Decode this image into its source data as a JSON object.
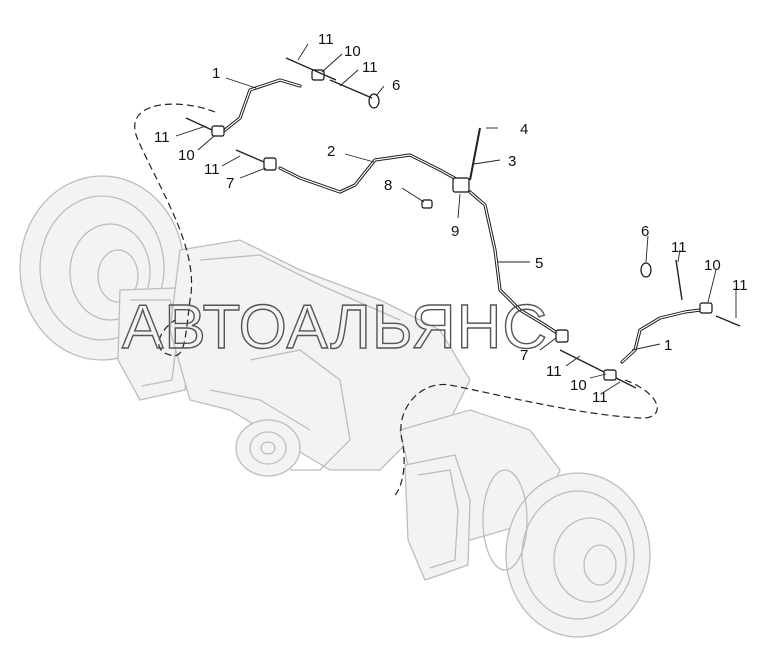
{
  "watermark": "АВТОАЛЬЯНС",
  "callouts": [
    "1",
    "2",
    "3",
    "4",
    "5",
    "6",
    "7",
    "8",
    "9",
    "10",
    "11"
  ]
}
